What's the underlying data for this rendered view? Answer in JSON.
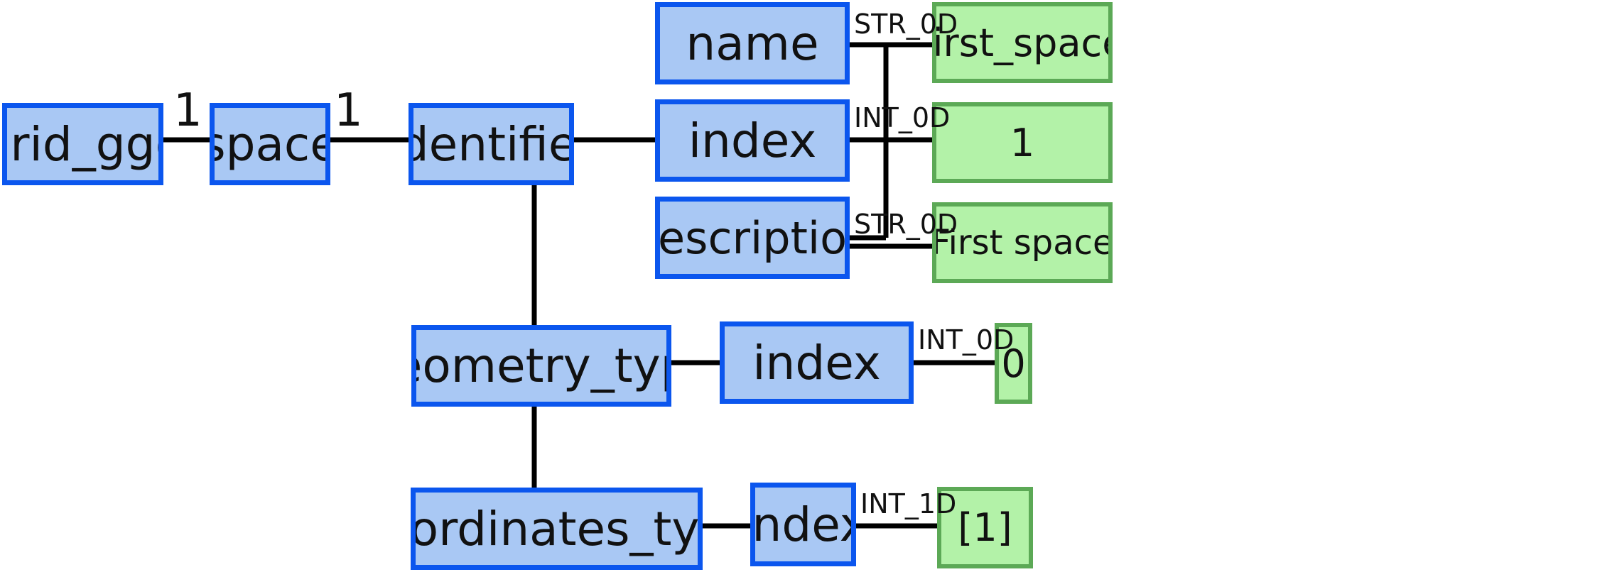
{
  "nodes": {
    "grid_ggd": "grid_ggd",
    "space": "space",
    "identifier": "identifier",
    "name": "name",
    "identifier_index": "index",
    "description": "description",
    "geometry_type": "geometry_type",
    "geometry_type_index": "index",
    "coordinates_type": "coordinates_type",
    "coordinates_type_index": "index"
  },
  "values": {
    "name": "\"first_space\"",
    "identifier_index": "1",
    "description": "\"First space\"",
    "geometry_type_index": "0",
    "coordinates_type_index": "[1]"
  },
  "types": {
    "name": "STR_0D",
    "identifier_index": "INT_0D",
    "description": "STR_0D",
    "geometry_type_index": "INT_0D",
    "coordinates_type_index": "INT_1D"
  },
  "multiplicities": {
    "grid_ggd_space": "1",
    "space_children": "1"
  },
  "colors": {
    "structure_fill": "#a9c8f4",
    "structure_border": "#0b56ee",
    "value_fill": "#b3f2a8",
    "value_border": "#5ca956",
    "connector": "#000000"
  }
}
